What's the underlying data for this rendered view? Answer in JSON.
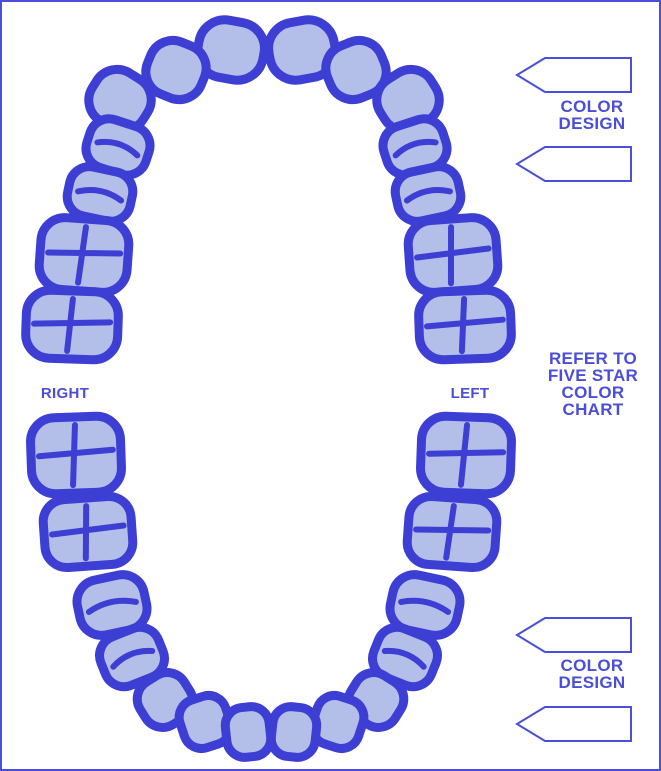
{
  "labels": {
    "upper_color_design": "COLOR\nDESIGN",
    "lower_color_design": "COLOR\nDESIGN",
    "right": "RIGHT",
    "left": "LEFT",
    "refer": "REFER TO\nFIVE STAR\nCOLOR\nCHART"
  },
  "colors": {
    "outline": "#3d3ed3",
    "fill": "#b3bfe8",
    "text": "#4a4ed8",
    "arrow_stroke": "#4a4ed8",
    "frame": "#4a4ed8"
  },
  "icons": {
    "arrow": "left-pointing-pentagon-arrow"
  },
  "teeth": {
    "upper_count": 14,
    "lower_count": 14
  }
}
